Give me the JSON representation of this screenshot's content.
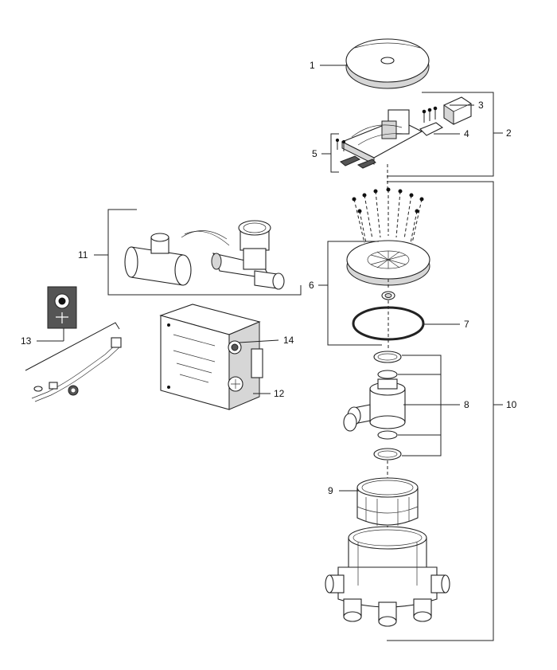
{
  "labels": [
    "1",
    "2",
    "3",
    "4",
    "5",
    "6",
    "7",
    "8",
    "9",
    "10",
    "11",
    "12",
    "13",
    "14"
  ],
  "colors": {
    "line": "#222222",
    "shade": "#d6d6d6",
    "background": "#ffffff"
  }
}
